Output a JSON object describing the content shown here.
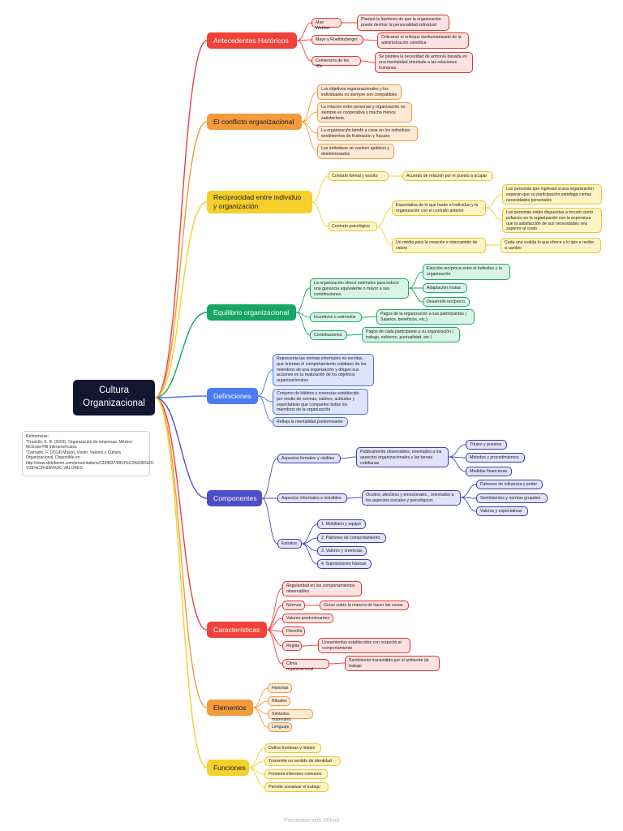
{
  "root": {
    "title": "Cultura\nOrganizacional"
  },
  "references": {
    "heading": "Referencias:",
    "lines": [
      "*Franklin, E. B. (2003). Organización de empresas. México: McGraw-Hill Interamericana.",
      "*Zamudio, F. (2014) Misión, Visión, Valores y Cultura Organizacional. Disponible en: http://www.slideboom.com/presentations/1394837/MISI%C3%93N%2C-VISI%C3%93N%2C-VALORES"
    ]
  },
  "footer": "Presented with XMind",
  "colors": {
    "red": "#f0413a",
    "orange": "#f39a3c",
    "yellow": "#f5cf2a",
    "green": "#16a564",
    "blue": "#4a7bf0",
    "indigo": "#4e4dc6",
    "root": "#141530"
  },
  "topics": {
    "antecedentes": {
      "label": "Antecedentes Históricos",
      "max_webber": {
        "label": "Max Webber",
        "detail": "Planteó la hipótesis de que la organización puede destruir la personalidad individual"
      },
      "mayo": {
        "label": "Mayo y Roethlisberger",
        "detail": "Criticaron el enfoque deshumanizado de la administración científica"
      },
      "comienzos": {
        "label": "Comienzos de los 30s",
        "detail": "Se plantea la necesidad de armonía basada en una mentalidad orientada a las relaciones humanas"
      }
    },
    "conflicto": {
      "label": "El conflicto organizacional",
      "items": [
        "Los objetivos organizacionales y los individuales no siempre son compatibles",
        "La relación entre personas y organización no siempre es cooperativa y mucho menos satisfactoria.",
        "La organización tiende a crear en los individuos sentimientos de frustración y fracaso",
        "Los individuos se vuelven apáticos y desinteresados"
      ]
    },
    "reciprocidad": {
      "label": "Reciprocidad entre individuo y organización",
      "contrato_formal": {
        "label": "Contrato formal y escrito",
        "detail": "Acuerdo de relación por el puesto a ocupar"
      },
      "contrato_psicologico": {
        "label": "Contrato psicológico",
        "expectativa": "Expectativa de lo que harán el individuo y la organización con el contrato anterior",
        "exp_details": [
          "Las personas que ingresan a una organización esperan que su participación satisfaga ciertas necesidades personales",
          "Las personas están dispuestas a incurrir cierto esfuerzo en la organización con la esperanza que la satisfacción de sus necesidades sea superior al costo"
        ],
        "medio": "Un medio para la creación e intercambio de valore",
        "medio_detail": "Cada uno evalúa lo que ofrece y lo que e recibe a cambio"
      }
    },
    "equilibrio": {
      "label": "Equilibrio organizacional",
      "estimulos": {
        "label": "La organización ofrece estímulos para inducir una ganancia equivalente o mayor a sus contribuciones",
        "items": [
          "Elección recíproca entre el individuo y la organización",
          "Adaptación mutua",
          "Desarrollo recíproco"
        ]
      },
      "incentivos": {
        "label": "Incentivos o estímulos",
        "detail": "Pagos de la organización a sus participantes ( Salarios, beneficios, etc.)"
      },
      "contribuciones": {
        "label": "Contribuciones",
        "detail": "Pagos de cada participante a su organización ( trabajo, esfuerzo, puntualidad, etc.)"
      }
    },
    "definiciones": {
      "label": "Definiciones",
      "items": [
        "Representa las normas informales no escritas, que orientan el comportamiento cotidiano de los miembros de una organización y dirigen sus acciones en la realización de los objetivos organizacionales",
        "Conjunto de hábitos y creencias establecido por medio de normas, valores, actitudes y expectativas que comparten todos los miembros de la organización",
        "Refleja la mentalidad predominante"
      ]
    },
    "componentes": {
      "label": "Componentes",
      "formales": {
        "label": "Aspectos formales y visibles",
        "detail": "Públicamente observables, orientados a los aspectos organizacionales y las tareas cotidianas",
        "items": [
          "Títulos y puestos",
          "Métodos y procedimientos",
          "Medidas financieras"
        ]
      },
      "informales": {
        "label": "Aspectos informales e invisibles",
        "detail": "Ocultos, afectivos y emocionales , orientados a los aspectos sociales y psicológicos",
        "items": [
          "Patrones de influencia y poder",
          "Sentimientos y normas grupales",
          "Valores y expectativas"
        ]
      },
      "estratos": {
        "label": "Estratos",
        "items": [
          "1. Mobiliario y equipo",
          "2. Patrones de comportamiento",
          "3. Valores y creencias",
          "4. Suposiciones básicas"
        ]
      }
    },
    "caracteristicas": {
      "label": "Características",
      "regularidad": "Regularidad en los comportamientos observables",
      "normas": {
        "label": "Normas",
        "detail": "Guías sobre la manera de hacer las cosas"
      },
      "valores": "Valores predominantes",
      "filosofia": "Filosofía",
      "reglas": {
        "label": "Reglas",
        "detail": "Lineamientos establecidos con respecto al comportamiento"
      },
      "clima": {
        "label": "Clima organizacional",
        "detail": "Sentimiento transmitido por el ambiente de trabajo"
      }
    },
    "elementos": {
      "label": "Elementos",
      "items": [
        "Historias",
        "Rituales",
        "Símbolos materiales",
        "Lenguaje"
      ]
    },
    "funciones": {
      "label": "Funciones",
      "items": [
        "Define fronteras y límites",
        "Transmite un sentido de identidad",
        "Fomenta intereses comunes",
        "Permite socializar el trabajo"
      ]
    }
  }
}
